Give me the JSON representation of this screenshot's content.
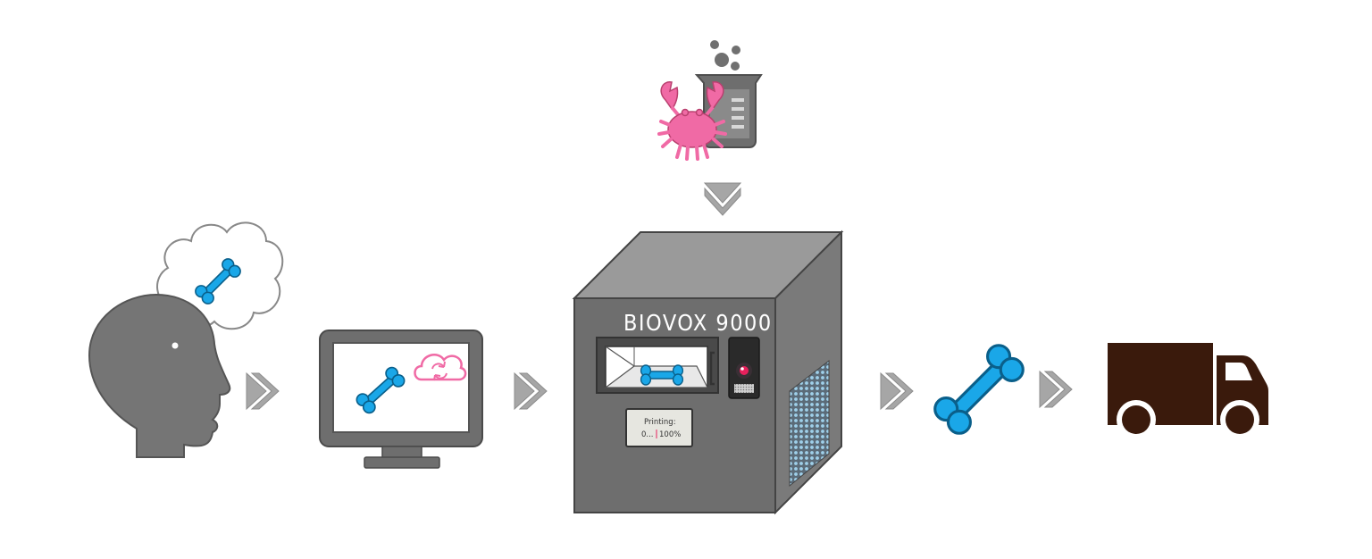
{
  "diagram": {
    "steps": [
      {
        "id": "idea",
        "icon": "person-thinking-icon"
      },
      {
        "id": "design",
        "icon": "monitor-cloud-sync-icon"
      },
      {
        "id": "print",
        "icon": "bioprinter-icon"
      },
      {
        "id": "product",
        "icon": "bone-icon"
      },
      {
        "id": "delivery",
        "icon": "delivery-truck-icon"
      }
    ],
    "inputs": [
      {
        "icon": "crab-icon"
      },
      {
        "icon": "beaker-icon"
      }
    ],
    "machine": {
      "name": "BIOVOX 9000",
      "status_label": "Printing:",
      "progress_start": "0...",
      "progress_end": "100%"
    }
  },
  "colors": {
    "bone": "#1aa7e8",
    "bone_outline": "#0a5f8a",
    "crab": "#f06aa5",
    "cloud": "#f06aa5",
    "machine": "#6e6e6e",
    "arrow": "#a6a6a6",
    "truck": "#3a1a0c",
    "head": "#757575"
  }
}
